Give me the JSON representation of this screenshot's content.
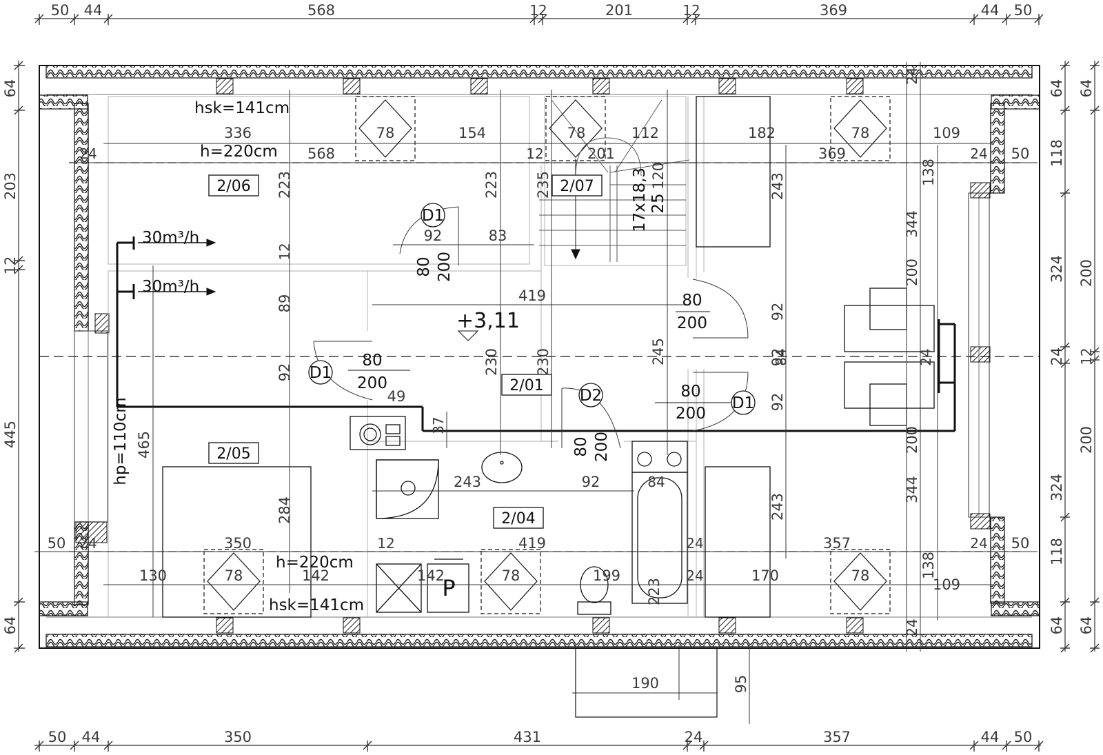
{
  "top_dims": [
    "50",
    "44",
    "568",
    "12",
    "201",
    "12",
    "369",
    "44",
    "50"
  ],
  "bottom_dims": [
    "50",
    "44",
    "350",
    "431",
    "24",
    "357",
    "44",
    "50"
  ],
  "left_dims": [
    "64",
    "203",
    "12",
    "445",
    "64"
  ],
  "right_dims_outer": [
    "64",
    "118",
    "324",
    "24",
    "324",
    "118",
    "64"
  ],
  "right_dims_inner": [
    "64",
    "200",
    "12",
    "200",
    "64"
  ],
  "rooms": [
    "2/06",
    "2/07",
    "2/01",
    "2/05",
    "2/04"
  ],
  "labels": {
    "hsk_top": "hsk=141cm",
    "hsk_bottom": "hsk=141cm",
    "h_top": "h=220cm",
    "h_bottom": "h=220cm",
    "vent1": "30m³/h",
    "vent2": "30m³/h",
    "level": "+3,11",
    "hp": "hp=110cm",
    "stairs": "17x18,3",
    "stairs2": "25",
    "parking": "P"
  },
  "doors": [
    "D1",
    "D1",
    "D2",
    "D1"
  ],
  "door_sizes": [
    {
      "w": "80",
      "h": "200"
    },
    {
      "w": "80",
      "h": "200"
    },
    {
      "w": "80",
      "h": "200"
    },
    {
      "w": "80",
      "h": "200"
    },
    {
      "w": "80",
      "h": "200"
    }
  ],
  "interior_dims_top": [
    "336",
    "154",
    "78",
    "112",
    "182",
    "78",
    "109",
    "78"
  ],
  "interior_dims_top2": [
    "24",
    "568",
    "12",
    "201",
    "369",
    "24",
    "50"
  ],
  "interior_dims_bottom": [
    "50",
    "24",
    "350",
    "12",
    "419",
    "24",
    "357",
    "24",
    "50"
  ],
  "interior_dims_bottom2": [
    "130",
    "78",
    "142",
    "142",
    "78",
    "199",
    "24",
    "170",
    "78",
    "109"
  ],
  "misc_dims": [
    "223",
    "223",
    "235",
    "120",
    "243",
    "344",
    "138",
    "12",
    "89",
    "92",
    "92",
    "230",
    "230",
    "245",
    "92",
    "92",
    "243",
    "344",
    "138",
    "24",
    "465",
    "284",
    "92",
    "83",
    "419",
    "49",
    "37",
    "243",
    "92",
    "84",
    "223",
    "190",
    "95",
    "200",
    "200",
    "24",
    "24",
    "84"
  ]
}
